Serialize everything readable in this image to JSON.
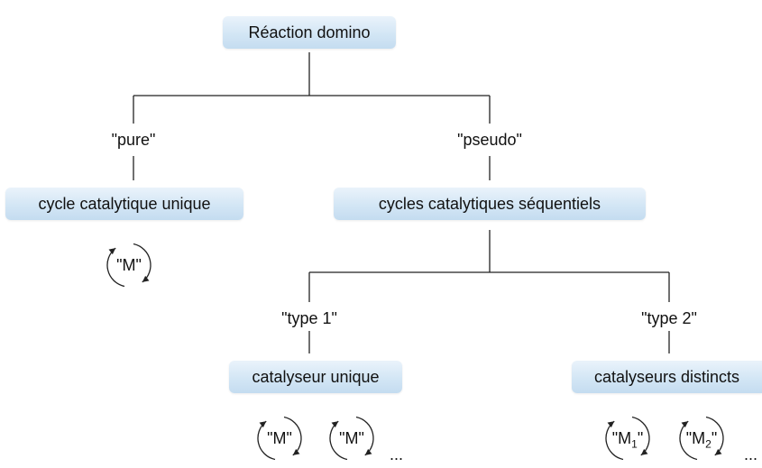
{
  "root": {
    "label": "Réaction domino"
  },
  "branches": {
    "pure": {
      "label": "\"pure\"",
      "box": "cycle catalytique unique"
    },
    "pseudo": {
      "label": "\"pseudo\"",
      "box": "cycles catalytiques séquentiels"
    }
  },
  "types": {
    "type1": {
      "label": "\"type 1\"",
      "box": "catalyseur unique"
    },
    "type2": {
      "label": "\"type 2\"",
      "box": "catalyseurs distincts"
    }
  },
  "cycles": {
    "pure_metal": "\"M\"",
    "type1_metal_a": "\"M\"",
    "type1_metal_b": "\"M\"",
    "type2_metal_a": {
      "prefix": "\"M",
      "sub": "1",
      "suffix": "\""
    },
    "type2_metal_b": {
      "prefix": "\"M",
      "sub": "2",
      "suffix": "\""
    }
  },
  "ellipsis": "..."
}
